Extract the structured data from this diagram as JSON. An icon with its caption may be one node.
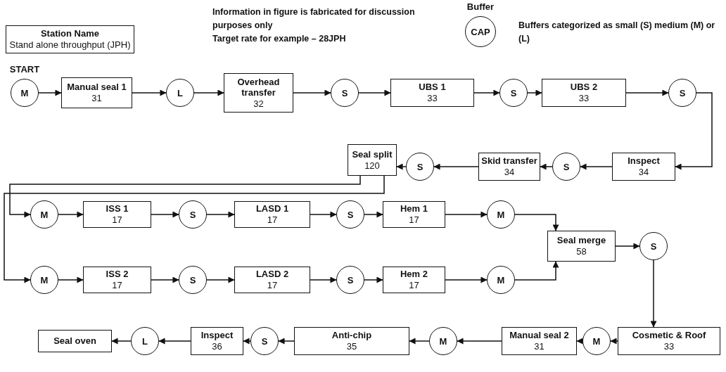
{
  "diagram": {
    "nodes": [
      {
        "text": [
          "Station Name",
          "Stand alone throughput (JPH)"
        ]
      },
      {
        "text": [
          "Buffer",
          "CAP"
        ]
      },
      {
        "text": [
          "START",
          "M"
        ]
      },
      {
        "text": [
          "Manual seal 1",
          "31"
        ]
      },
      {
        "text": [
          "L"
        ]
      },
      {
        "text": [
          "Overhead transfer",
          "32"
        ]
      },
      {
        "text": [
          "S"
        ]
      },
      {
        "text": [
          "UBS 1",
          "33"
        ]
      },
      {
        "text": [
          "S"
        ]
      },
      {
        "text": [
          "UBS 2",
          "33"
        ]
      },
      {
        "text": [
          "S"
        ]
      },
      {
        "text": [
          "Inspect",
          "34"
        ]
      },
      {
        "text": [
          "S"
        ]
      },
      {
        "text": [
          "Skid transfer",
          "34"
        ]
      },
      {
        "text": [
          "S"
        ]
      },
      {
        "text": [
          "Seal split",
          "120"
        ]
      },
      {
        "text": [
          "M"
        ]
      },
      {
        "text": [
          "ISS 1",
          "17"
        ]
      },
      {
        "text": [
          "S"
        ]
      },
      {
        "text": [
          "LASD 1",
          "17"
        ]
      },
      {
        "text": [
          "S"
        ]
      },
      {
        "text": [
          "Hem 1",
          "17"
        ]
      },
      {
        "text": [
          "M"
        ]
      },
      {
        "text": [
          "Seal merge",
          "58"
        ]
      },
      {
        "text": [
          "S"
        ]
      },
      {
        "text": [
          "M"
        ]
      },
      {
        "text": [
          "ISS 2",
          "17"
        ]
      },
      {
        "text": [
          "S"
        ]
      },
      {
        "text": [
          "LASD 2",
          "17"
        ]
      },
      {
        "text": [
          "S"
        ]
      },
      {
        "text": [
          "Hem 2",
          "17"
        ]
      },
      {
        "text": [
          "M"
        ]
      },
      {
        "text": [
          "Cosmetic & Roof",
          "33"
        ]
      },
      {
        "text": [
          "M"
        ]
      },
      {
        "text": [
          "Manual seal 2",
          "31"
        ]
      },
      {
        "text": [
          "M"
        ]
      },
      {
        "text": [
          "Anti-chip",
          "35"
        ]
      },
      {
        "text": [
          "S"
        ]
      },
      {
        "text": [
          "Inspect",
          "36"
        ]
      },
      {
        "text": [
          "L"
        ]
      },
      {
        "text": [
          "Seal oven"
        ]
      }
    ],
    "edges": [
      {
        "from": 2,
        "to": 3,
        "arrow": "to"
      },
      {
        "from": 3,
        "to": 4,
        "arrow": "to"
      },
      {
        "from": 4,
        "to": 5,
        "arrow": "to"
      },
      {
        "from": 5,
        "to": 6,
        "arrow": "to"
      },
      {
        "from": 6,
        "to": 7,
        "arrow": "to"
      },
      {
        "from": 7,
        "to": 8,
        "arrow": "to"
      },
      {
        "from": 8,
        "to": 9,
        "arrow": "to"
      },
      {
        "from": 9,
        "to": 10,
        "arrow": "to"
      },
      {
        "from": 10,
        "to": 11,
        "arrow": "to"
      },
      {
        "from": 11,
        "to": 12,
        "arrow": "to"
      },
      {
        "from": 12,
        "to": 13,
        "arrow": "to"
      },
      {
        "from": 13,
        "to": 14,
        "arrow": "to"
      },
      {
        "from": 14,
        "to": 15,
        "arrow": "to"
      },
      {
        "from": 15,
        "to": 16,
        "arrow": "to"
      },
      {
        "from": 15,
        "to": 25,
        "arrow": "to"
      },
      {
        "from": 16,
        "to": 17,
        "arrow": "to"
      },
      {
        "from": 17,
        "to": 18,
        "arrow": "to"
      },
      {
        "from": 18,
        "to": 19,
        "arrow": "to"
      },
      {
        "from": 19,
        "to": 20,
        "arrow": "to"
      },
      {
        "from": 20,
        "to": 21,
        "arrow": "to"
      },
      {
        "from": 21,
        "to": 22,
        "arrow": "to"
      },
      {
        "from": 22,
        "to": 23,
        "arrow": "to"
      },
      {
        "from": 25,
        "to": 26,
        "arrow": "to"
      },
      {
        "from": 26,
        "to": 27,
        "arrow": "to"
      },
      {
        "from": 27,
        "to": 28,
        "arrow": "to"
      },
      {
        "from": 28,
        "to": 29,
        "arrow": "to"
      },
      {
        "from": 29,
        "to": 30,
        "arrow": "to"
      },
      {
        "from": 30,
        "to": 31,
        "arrow": "to"
      },
      {
        "from": 31,
        "to": 23,
        "arrow": "to"
      },
      {
        "from": 23,
        "to": 24,
        "arrow": "to"
      },
      {
        "from": 24,
        "to": 32,
        "arrow": "to"
      },
      {
        "from": 32,
        "to": 33,
        "arrow": "to"
      },
      {
        "from": 33,
        "to": 34,
        "arrow": "to"
      },
      {
        "from": 34,
        "to": 35,
        "arrow": "to"
      },
      {
        "from": 35,
        "to": 36,
        "arrow": "to"
      },
      {
        "from": 36,
        "to": 37,
        "arrow": "to"
      },
      {
        "from": 37,
        "to": 38,
        "arrow": "to"
      },
      {
        "from": 38,
        "to": 39,
        "arrow": "to"
      },
      {
        "from": 39,
        "to": 40,
        "arrow": "to"
      }
    ],
    "labels": [
      "Information in figure is fabricated for discussion purposes only",
      "Target rate for example – 28JPH",
      "Buffers categorized as small (S) medium (M) or (L)"
    ]
  }
}
